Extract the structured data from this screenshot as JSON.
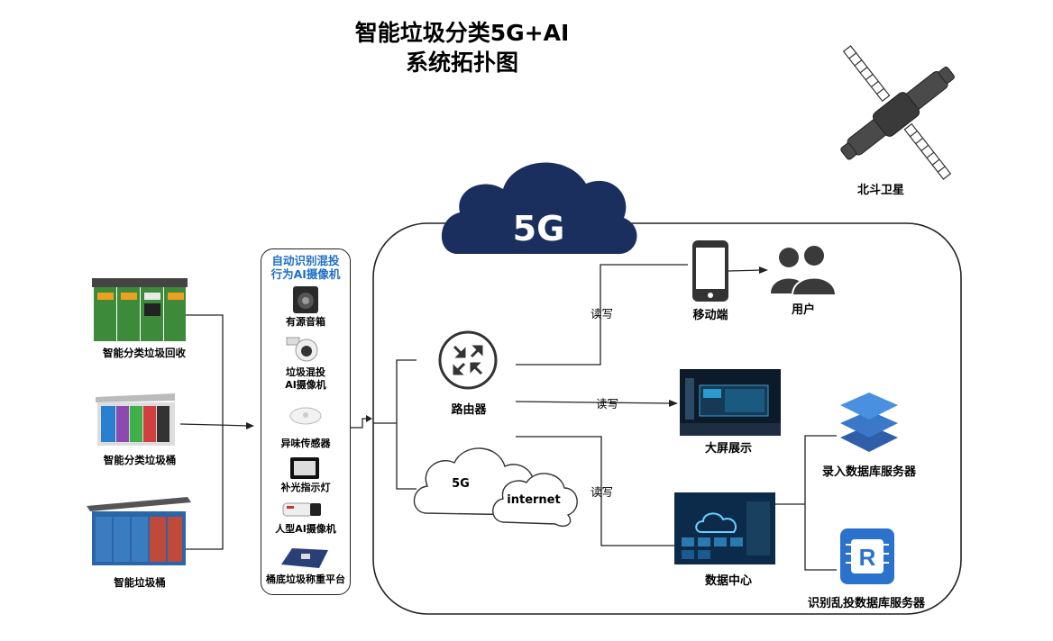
{
  "title": {
    "line1": "智能垃圾分类5G+AI",
    "line2": "系统拓扑图"
  },
  "satellite": {
    "label": "北斗卫星"
  },
  "cloud_5g": {
    "label": "5G"
  },
  "bins": [
    {
      "label": "智能分类垃圾回收"
    },
    {
      "label": "智能分类垃圾桶"
    },
    {
      "label": "智能垃圾桶"
    }
  ],
  "device_panel": {
    "title_line1": "自动识别混投",
    "title_line2": "行为AI摄像机",
    "devices": [
      {
        "label": "有源音箱"
      },
      {
        "label": "垃圾混投",
        "label2": "AI摄像机"
      },
      {
        "label": "异味传感器"
      },
      {
        "label": "补光指示灯"
      },
      {
        "label": "人型AI摄像机"
      },
      {
        "label": "桶底垃圾称重平台"
      }
    ]
  },
  "router": {
    "label": "路由器"
  },
  "net_cloud": {
    "label_5g": "5G",
    "label_internet": "internet"
  },
  "mobile": {
    "label": "移动端"
  },
  "user": {
    "label": "用户"
  },
  "screen": {
    "label": "大屏展示"
  },
  "datacenter": {
    "label": "数据中心"
  },
  "db1": {
    "label": "录入数据库服务器"
  },
  "db2": {
    "label": "识别乱投数据库服务器"
  },
  "db2_icon": {
    "letter": "R"
  },
  "edges": {
    "rw1": "读写",
    "rw2": "读写",
    "rw3": "读写"
  },
  "colors": {
    "accent_blue": "#1f6fc5",
    "cloud_navy": "#1b2f5e"
  }
}
